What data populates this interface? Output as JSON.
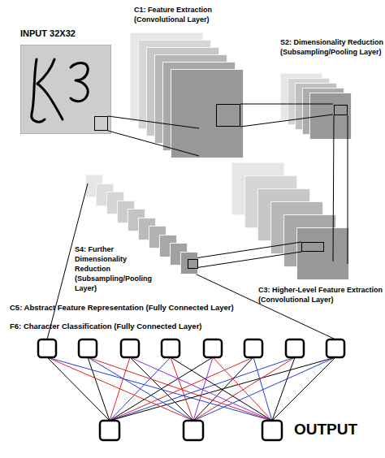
{
  "diagram": {
    "nodes": [
      {
        "text": [
          "INPUT 32X32"
        ]
      },
      {
        "text": [
          "C1: Feature Extraction (Convolutional Layer)"
        ]
      },
      {
        "text": [
          "S2: Dimensionality Reduction (Subsampling/Pooling Layer)"
        ]
      },
      {
        "text": [
          "C3: Higher-Level Feature Extraction (Convolutional Layer)"
        ]
      },
      {
        "text": [
          "S4: Further Dimensionality Reduction (Subsampling/Pooling Layer)"
        ]
      }
    ],
    "edges": [
      {
        "from": 0,
        "to": 1,
        "arrow": "none"
      },
      {
        "from": 1,
        "to": 2,
        "arrow": "none"
      },
      {
        "from": 2,
        "to": 3,
        "arrow": "none"
      },
      {
        "from": 3,
        "to": 4,
        "arrow": "none"
      }
    ],
    "labels": [
      "C5: Abstract Feature Representation (Fully Connected Layer)",
      "F6: Character Classification (Fully Connected Layer)",
      "OUTPUT"
    ]
  }
}
